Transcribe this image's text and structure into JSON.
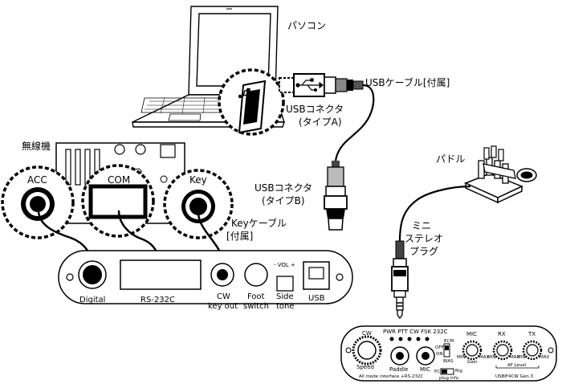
{
  "labels": {
    "pc": "パソコン",
    "usb_cable": "USBケーブル[付属]",
    "usb_connector_a_1": "USBコネクタ",
    "usb_connector_a_2": "(タイプA)",
    "usb_connector_b_1": "USBコネクタ",
    "usb_connector_b_2": "(タイプB)",
    "radio": "無線機",
    "acc": "ACC",
    "com": "COM",
    "key": "Key",
    "key_cable_1": "Keyケーブル",
    "key_cable_2": "[付属]",
    "paddle": "パドル",
    "mini_stereo_1": "ミニ",
    "mini_stereo_2": "ステレオ",
    "mini_stereo_3": "プラグ"
  },
  "back_panel": {
    "digital": "Digital",
    "rs232c": "RS-232C",
    "cw_1": "CW",
    "cw_2": "key out",
    "foot_1": "Foot",
    "foot_2": "switch",
    "side_1": "Side",
    "side_2": "tone",
    "vol": "- VOL +",
    "usb": "USB"
  },
  "front_panel": {
    "cw": "CW",
    "speed": "Speed",
    "indicators": "PWR PTT CW FSK 232C",
    "paddle": "Paddle",
    "mic_jack": "MIC",
    "mic": "MIC",
    "gain": "Gain",
    "ecm": "ECM",
    "off": "OFF",
    "on": "ON",
    "bias": "BIAS",
    "pc": "PC",
    "rig": "Rig",
    "plug_info": "plug info",
    "rx": "RX",
    "tx": "TX",
    "af_level": "AF Level",
    "min": "MIN",
    "max": "MAX",
    "footer_left": "All mode interface +RS-232C",
    "footer_right": "USBIF4CW Gen.3"
  }
}
